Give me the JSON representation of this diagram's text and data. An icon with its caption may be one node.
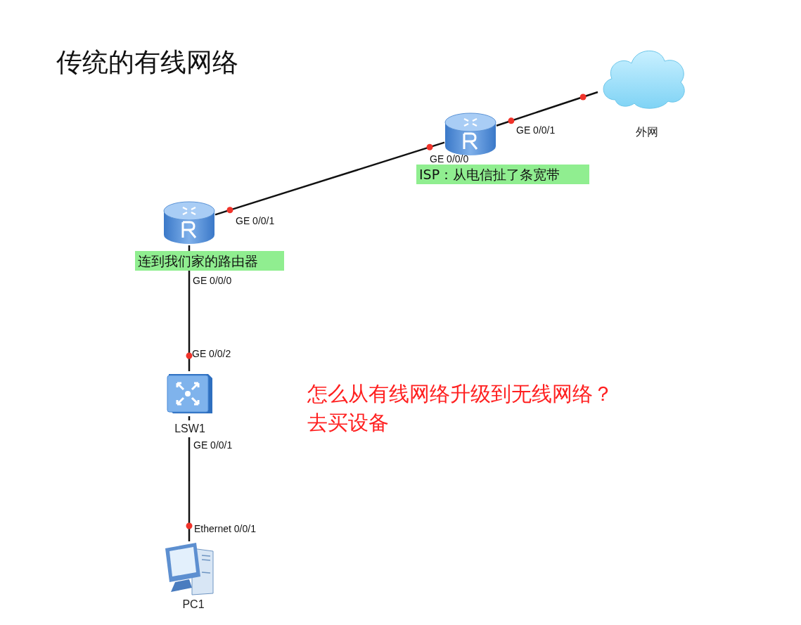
{
  "diagram": {
    "title": "传统的有线网络",
    "nodes": [
      {
        "text": [],
        "shape": "cloud",
        "beside": [
          "外网"
        ]
      },
      {
        "text": [],
        "shape": "router",
        "beside": [
          "ISP：从电信扯了条宽带"
        ]
      },
      {
        "text": [],
        "shape": "router",
        "beside": [
          "连到我们家的路由器"
        ]
      },
      {
        "text": [],
        "shape": "switch",
        "beside": [
          "LSW1"
        ]
      },
      {
        "text": [],
        "shape": "computer",
        "beside": [
          "PC1"
        ]
      }
    ],
    "edges": [
      {
        "from": 1,
        "to": 0,
        "arrow": "none"
      },
      {
        "from": 2,
        "to": 1,
        "arrow": "none"
      },
      {
        "from": 2,
        "to": 3,
        "arrow": "none"
      },
      {
        "from": 3,
        "to": 4,
        "arrow": "none"
      }
    ],
    "labels": [
      "GE 0/0/1",
      "GE 0/0/0",
      "GE 0/0/1",
      "GE 0/0/0",
      "GE 0/0/2",
      "怎么从有线网络升级到无线网络？",
      "去买设备",
      "GE 0/0/1",
      "Ethernet 0/0/1"
    ]
  }
}
